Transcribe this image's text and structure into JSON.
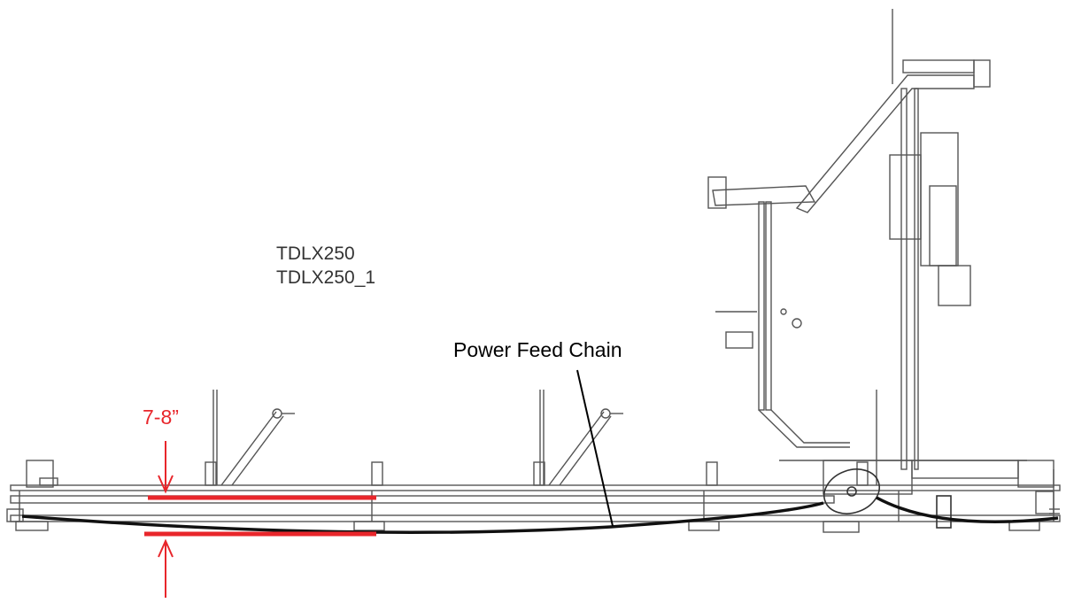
{
  "diagram": {
    "model_labels": [
      "TDLX250",
      "TDLX250_1"
    ],
    "callout_chain": "Power Feed Chain",
    "measurement_label": "7-8”"
  },
  "colors": {
    "measurement": "#e8262b",
    "line_art": "#555555",
    "chain": "#111111",
    "text": "#333333"
  }
}
